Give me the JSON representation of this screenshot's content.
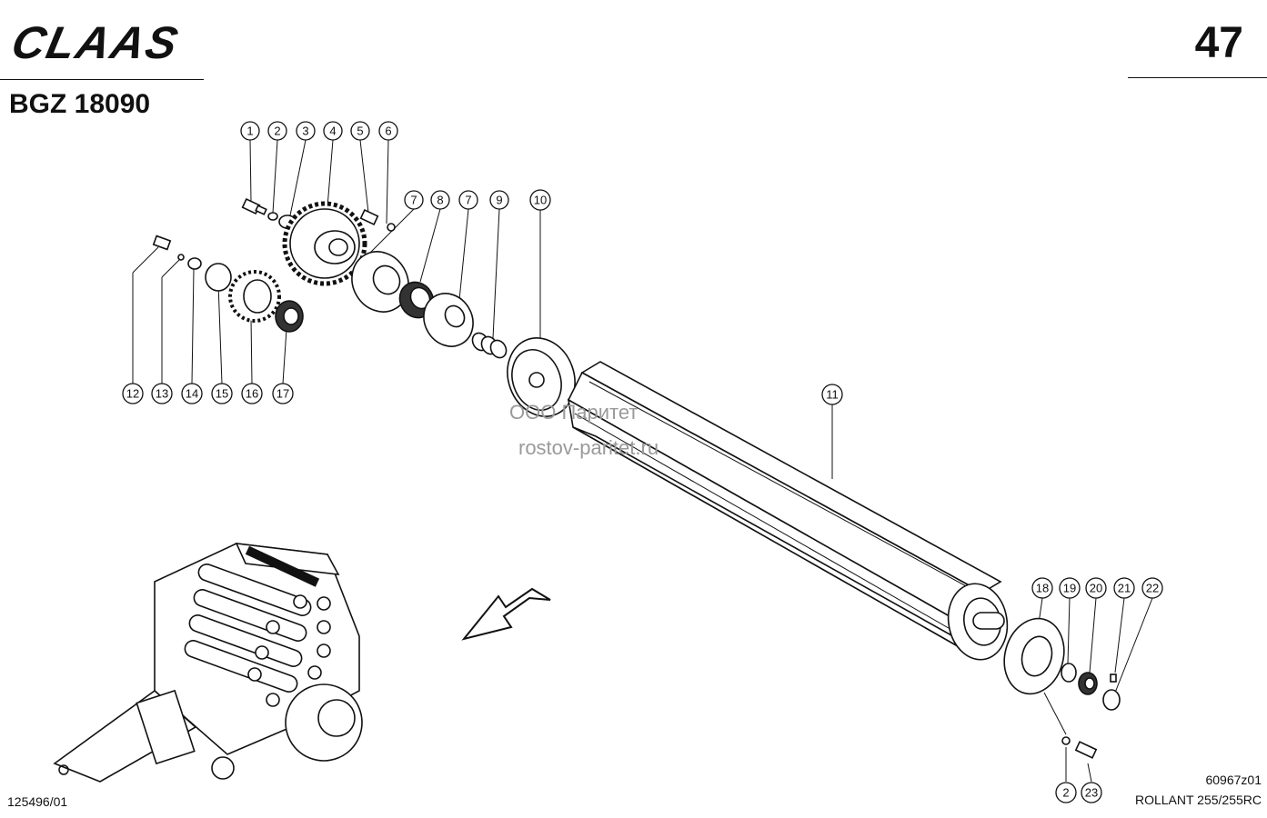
{
  "header": {
    "brand": "CLAAS",
    "doc_code": "BGZ 18090",
    "page_number": "47"
  },
  "watermark": {
    "line1": "ООО Паритет",
    "line2": "rostov-paritet.ru"
  },
  "footer": {
    "left_code": "125496/01",
    "drawing_code": "60967z01",
    "model": "ROLLANT 255/255RC"
  },
  "callouts": [
    "1",
    "2",
    "3",
    "4",
    "5",
    "6",
    "7",
    "8",
    "7",
    "9",
    "10",
    "12",
    "13",
    "14",
    "15",
    "16",
    "17",
    "11",
    "18",
    "19",
    "20",
    "21",
    "22",
    "2",
    "23"
  ]
}
